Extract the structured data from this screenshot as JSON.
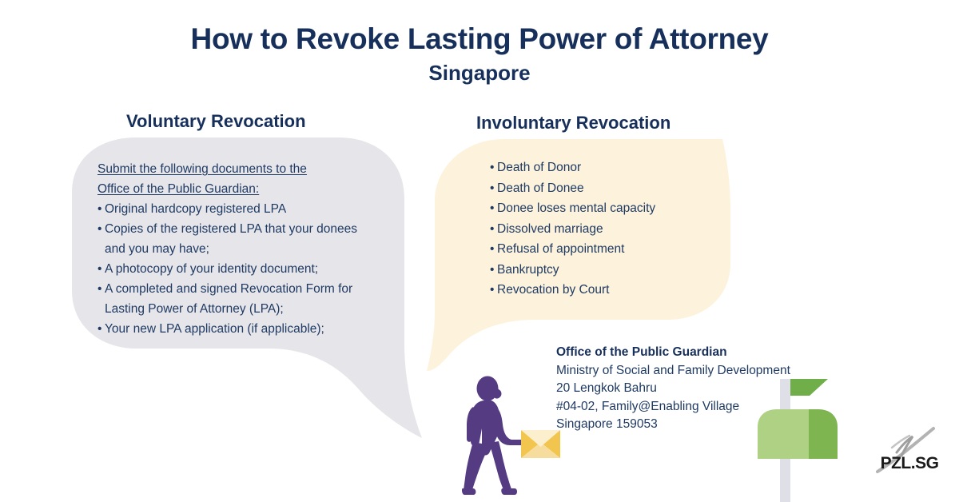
{
  "title": "How to Revoke Lasting Power of Attorney",
  "subtitle": "Singapore",
  "colors": {
    "navy": "#17305b",
    "body_text": "#1f3a63",
    "left_bubble": "#e6e6ea",
    "right_bubble": "#fdf3dc",
    "person": "#553c82",
    "envelope_body": "#fcf3d8",
    "envelope_flap": "#f2c54e",
    "mailbox_light": "#aed184",
    "mailbox_dark": "#7fb551",
    "mailbox_flag": "#6fae48",
    "mailbox_post": "#dfdfe8",
    "logo_stroke": "#b3b3b3",
    "logo_text": "#1a1a1a"
  },
  "left_column": {
    "heading": "Voluntary Revocation",
    "lead": [
      "Submit the following documents to the",
      "Office of the Public Guardian:"
    ],
    "bullet_char": "•",
    "items": [
      {
        "text": "Original hardcopy registered LPA",
        "cont": null
      },
      {
        "text": "Copies of the registered LPA that your donees",
        "cont": "and you may have;"
      },
      {
        "text": "A photocopy of your identity document;",
        "cont": null
      },
      {
        "text": "A completed and signed Revocation Form for",
        "cont": "Lasting Power of Attorney (LPA);"
      },
      {
        "text": "Your new LPA application (if applicable);",
        "cont": null
      }
    ]
  },
  "right_column": {
    "heading": "Involuntary Revocation",
    "bullet_char": "•",
    "items": [
      "Death of Donor",
      "Death of Donee",
      "Donee loses mental capacity",
      "Dissolved marriage",
      "Refusal of appointment",
      "Bankruptcy",
      "Revocation by Court"
    ]
  },
  "address": {
    "name": "Office of the Public Guardian",
    "lines": [
      "Ministry of Social and Family Development",
      "20 Lengkok Bahru",
      "#04-02, Family@Enabling Village",
      "Singapore 159053"
    ]
  },
  "logo": {
    "text": "PZL.SG"
  },
  "illustrations": {
    "walking_person": "walking-person-icon",
    "envelope": "envelope-icon",
    "mailbox": "mailbox-icon"
  }
}
